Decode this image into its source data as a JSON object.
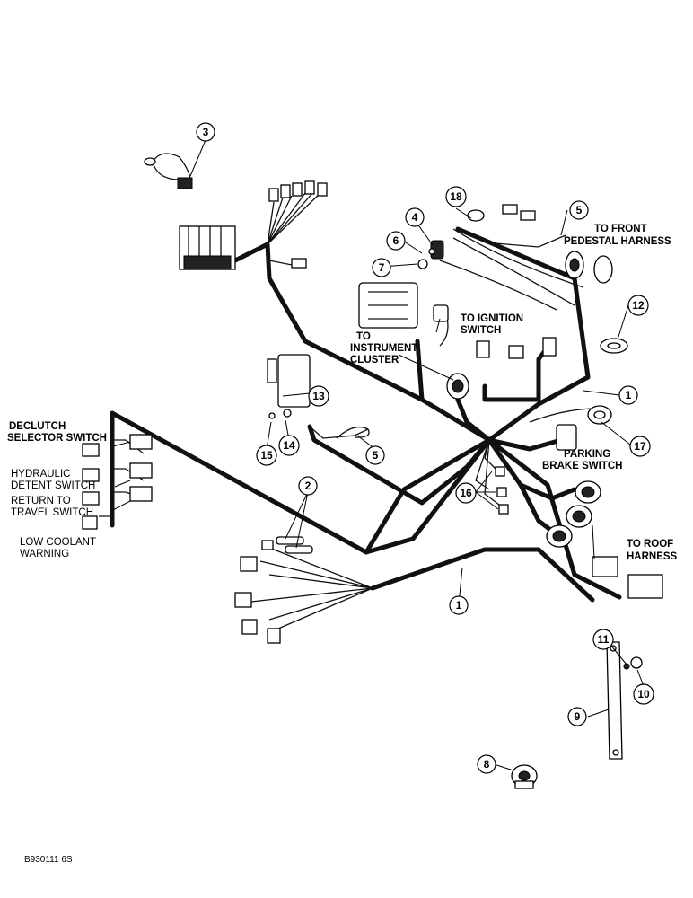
{
  "figure_id": "B930111 6S",
  "labels": {
    "to_front_pedestal_1": "TO FRONT",
    "to_front_pedestal_2": "PEDESTAL HARNESS",
    "to_ignition_1": "TO IGNITION",
    "to_ignition_2": "SWITCH",
    "to_instrument_1": "TO",
    "to_instrument_2": "INSTRUMENT",
    "to_instrument_3": "CLUSTER",
    "declutch_1": "DECLUTCH",
    "declutch_2": "SELECTOR SWITCH",
    "hydraulic_1": "HYDRAULIC",
    "hydraulic_2": "DETENT SWITCH",
    "return_1": "RETURN TO",
    "return_2": "TRAVEL SWITCH",
    "low_coolant_1": "LOW COOLANT",
    "low_coolant_2": "WARNING",
    "parking_1": "PARKING",
    "parking_2": "BRAKE SWITCH",
    "to_roof_1": "TO ROOF",
    "to_roof_2": "HARNESS"
  },
  "callouts": {
    "c1a": "1",
    "c1b": "1",
    "c2": "2",
    "c3": "3",
    "c4": "4",
    "c5a": "5",
    "c5b": "5",
    "c6": "6",
    "c7": "7",
    "c8": "8",
    "c9": "9",
    "c10": "10",
    "c11": "11",
    "c12": "12",
    "c13": "13",
    "c14": "14",
    "c15": "15",
    "c16": "16",
    "c17": "17",
    "c18": "18"
  }
}
